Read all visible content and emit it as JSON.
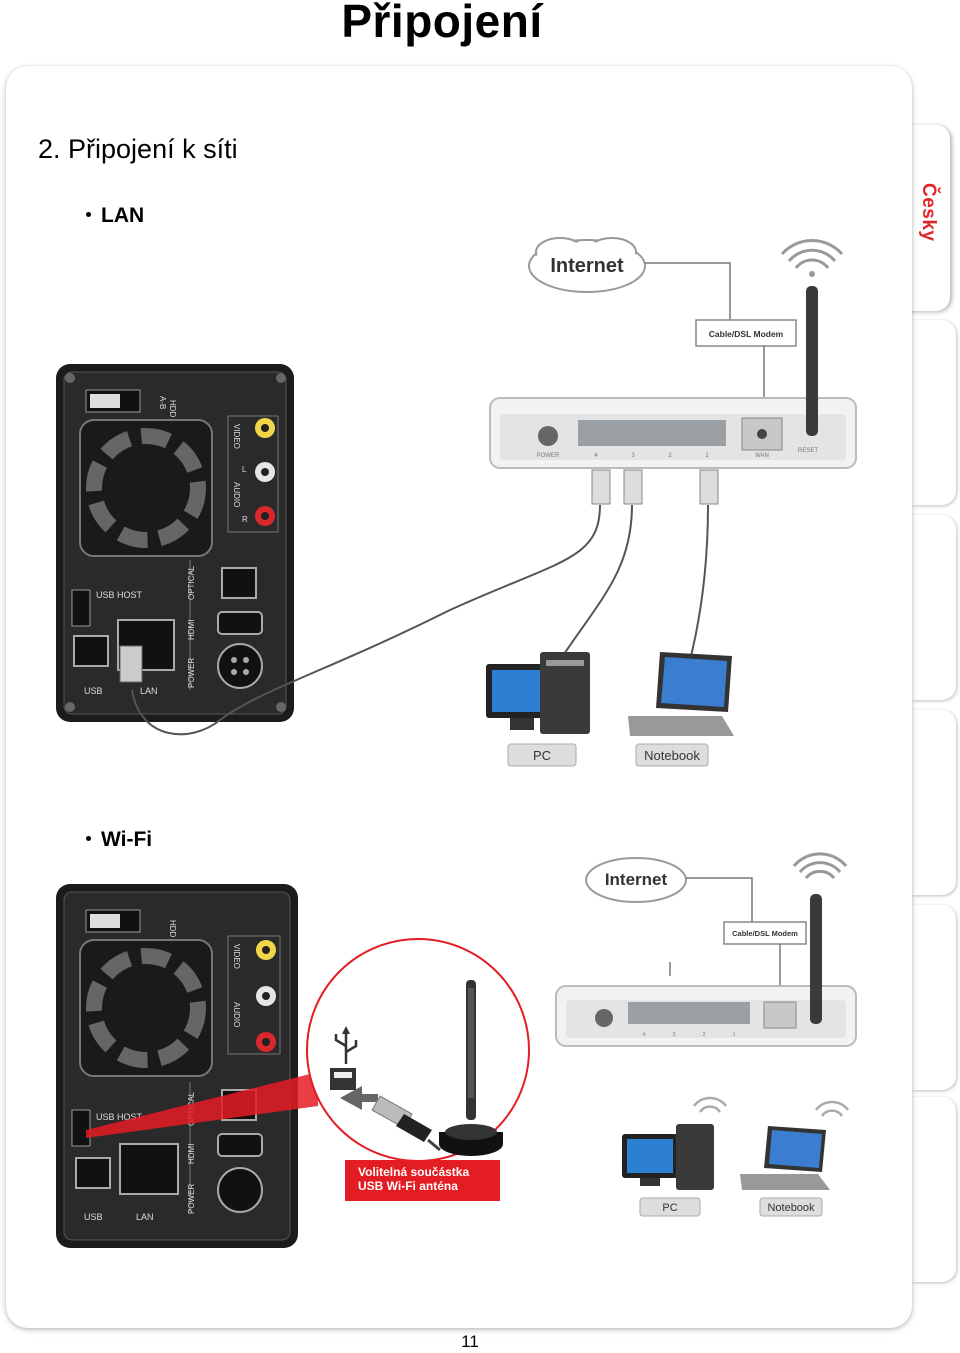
{
  "header": {
    "title": "Připojení"
  },
  "section": {
    "title": "2. Připojení k síti"
  },
  "language_tab": "Česky",
  "lan": {
    "heading": "LAN",
    "internet_label": "Internet",
    "modem_label": "Cable/DSL Modem",
    "pc_label": "PC",
    "notebook_label": "Notebook"
  },
  "wifi": {
    "heading": "Wi-Fi",
    "internet_label": "Internet",
    "modem_label": "Cable/DSL Modem",
    "pc_label": "PC",
    "notebook_label": "Notebook",
    "caption_line1": "Volitelná součástka",
    "caption_line2": "USB Wi-Fi anténa"
  },
  "device_panel": {
    "hdd": "HDD",
    "ab": "A-B",
    "video": "VIDEO",
    "audio": "AUDIO",
    "l": "L",
    "r": "R",
    "usb_host": "USB HOST",
    "optical": "OPTICAL",
    "hdmi": "HDMI",
    "power": "POWER",
    "usb": "USB",
    "lan": "LAN"
  },
  "router_labels": {
    "power": "POWER",
    "wan": "WAN",
    "reset": "RESET",
    "ports": [
      "4",
      "3",
      "2",
      "1"
    ]
  },
  "page_number": "11",
  "colors": {
    "accent": "#e0252a",
    "caption_bg": "#e41c23"
  }
}
